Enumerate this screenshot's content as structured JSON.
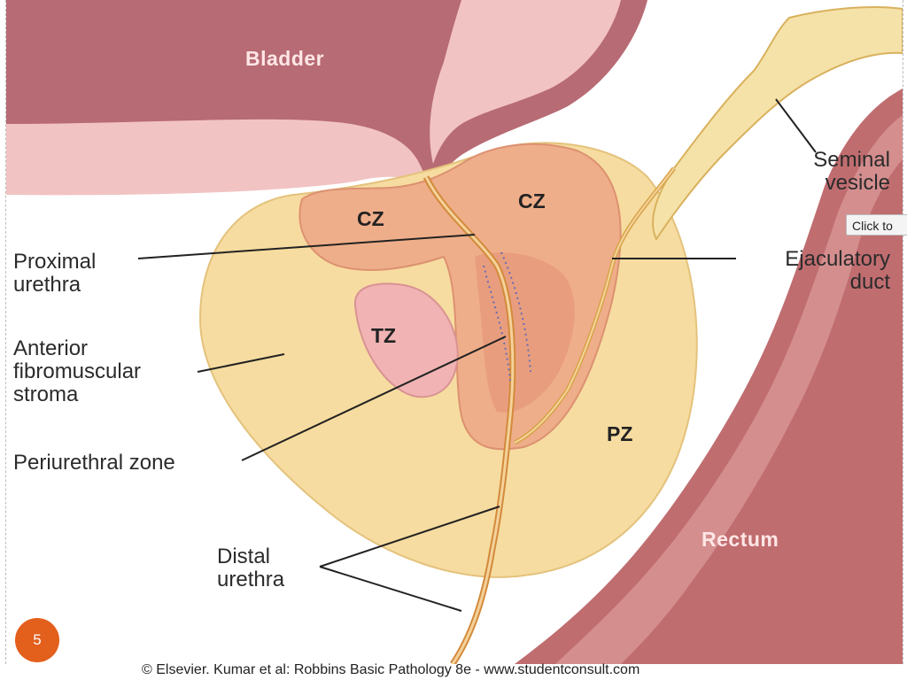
{
  "diagram": {
    "organs": {
      "bladder": "Bladder",
      "rectum": "Rectum"
    },
    "zones": {
      "cz_left": "CZ",
      "cz_right": "CZ",
      "tz": "TZ",
      "pz": "PZ"
    },
    "labels": {
      "proximal_urethra": "Proximal\nurethra",
      "anterior_stroma": "Anterior\nfibromuscular\nstroma",
      "periurethral_zone": "Periurethral zone",
      "distal_urethra": "Distal\nurethra",
      "seminal_vesicle": "Seminal\nvesicle",
      "ejaculatory_duct": "Ejaculatory\nduct"
    },
    "caption": "© Elsevier. Kumar et al: Robbins Basic Pathology 8e - www.studentconsult.com"
  },
  "slide": {
    "page_number": "5",
    "tooltip": "Click to"
  },
  "colors": {
    "bladder": "#b76b74",
    "bladder_light": "#f2c3c3",
    "stroma": "#f6dca0",
    "central_zone": "#efae8a",
    "transition_zone": "#f1b3b3",
    "rectum": "#c06d70",
    "accent": "#e35f1c"
  }
}
